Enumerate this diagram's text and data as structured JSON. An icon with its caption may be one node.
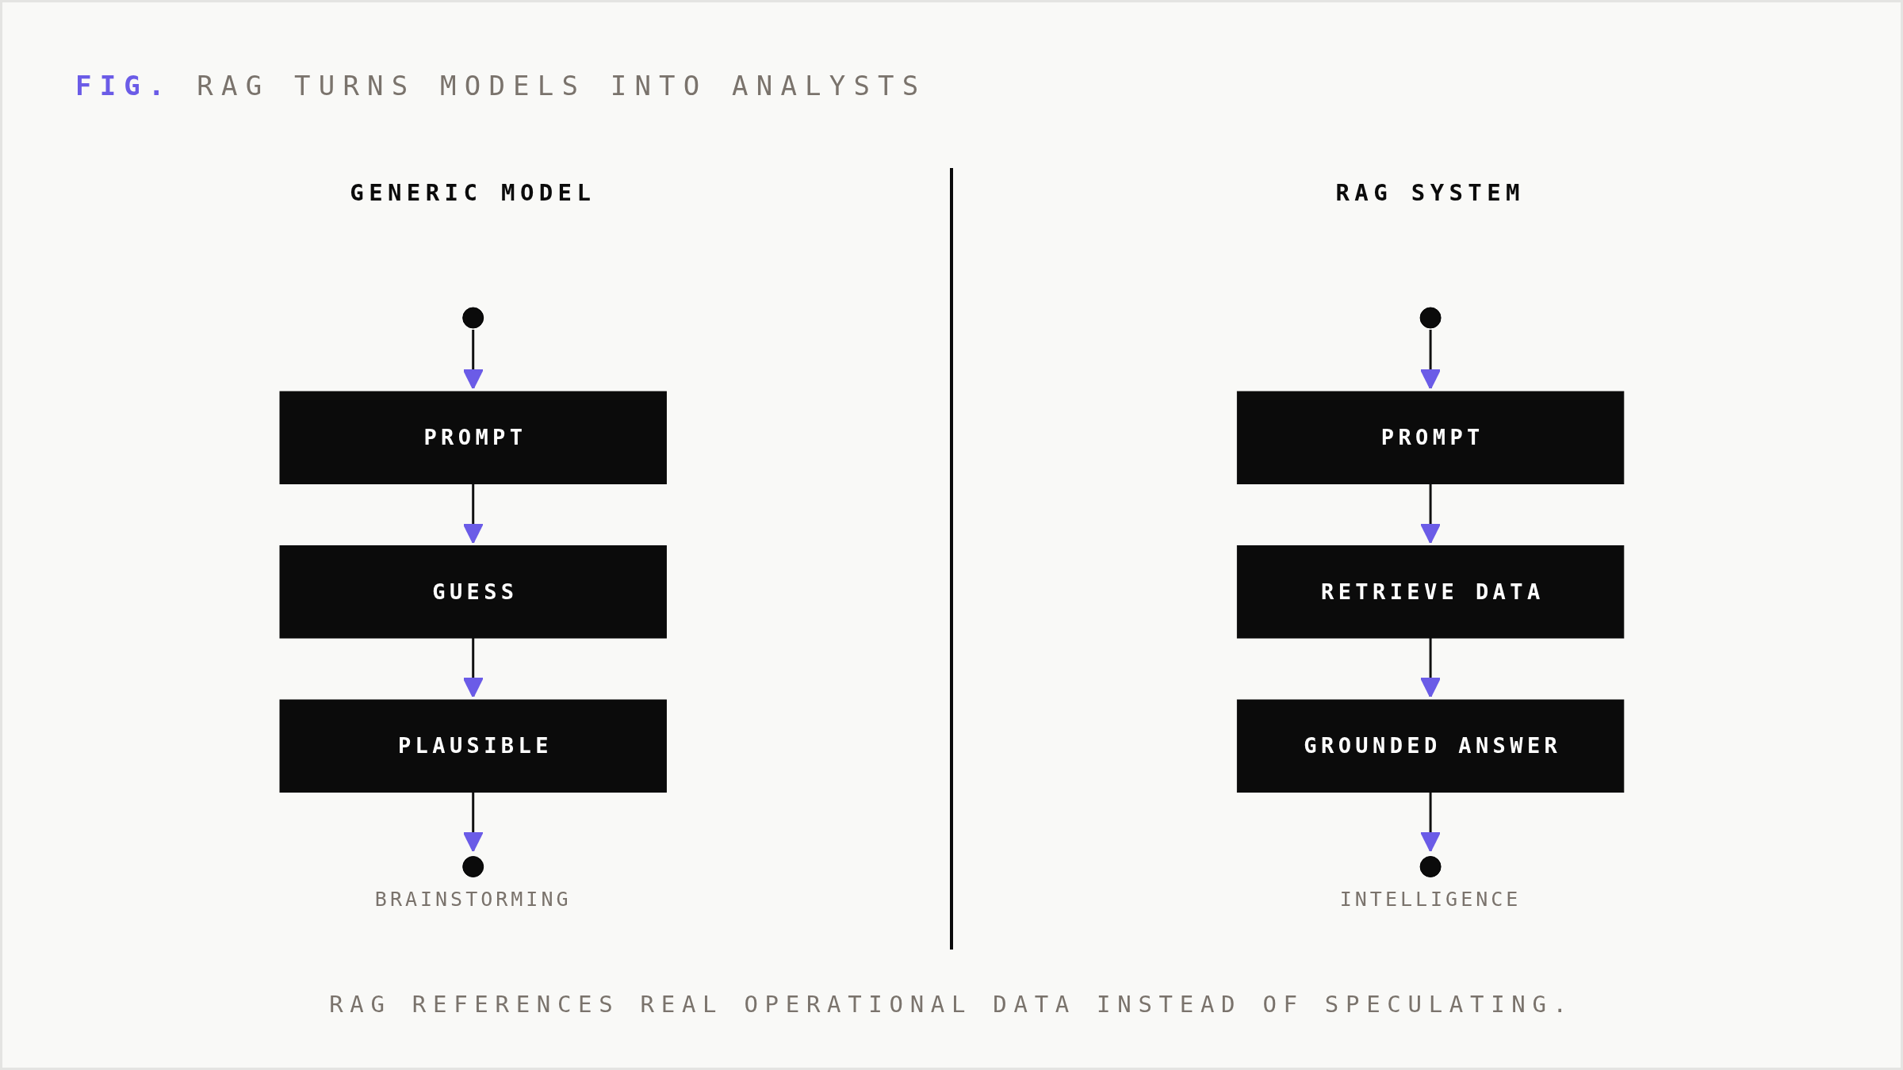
{
  "diagram": {
    "title": "FIG. RAG TURNS MODELS INTO ANALYSTS",
    "caption": "RAG REFERENCES REAL OPERATIONAL DATA INSTEAD OF SPECULATING.",
    "nodes": [
      {
        "text": [],
        "shape": "circle"
      },
      {
        "text": [
          "PROMPT"
        ]
      },
      {
        "text": [
          "GUESS"
        ]
      },
      {
        "text": [
          "PLAUSIBLE"
        ]
      },
      {
        "text": [],
        "shape": "circle",
        "beside": [
          "BRAINSTORMING"
        ]
      },
      {
        "text": [],
        "shape": "circle"
      },
      {
        "text": [
          "PROMPT"
        ]
      },
      {
        "text": [
          "RETRIEVE DATA"
        ]
      },
      {
        "text": [
          "GROUNDED ANSWER"
        ]
      },
      {
        "text": [],
        "shape": "circle",
        "beside": [
          "INTELLIGENCE"
        ]
      }
    ],
    "edges": [
      {
        "from": 0,
        "to": 1,
        "arrow": "to"
      },
      {
        "from": 1,
        "to": 2,
        "arrow": "to"
      },
      {
        "from": 2,
        "to": 3,
        "arrow": "to"
      },
      {
        "from": 3,
        "to": 4,
        "arrow": "to"
      },
      {
        "from": 5,
        "to": 6,
        "arrow": "to"
      },
      {
        "from": 6,
        "to": 7,
        "arrow": "to"
      },
      {
        "from": 7,
        "to": 8,
        "arrow": "to"
      },
      {
        "from": 8,
        "to": 9,
        "arrow": "to"
      }
    ],
    "labels": [
      "GENERIC MODEL",
      "RAG SYSTEM"
    ]
  }
}
